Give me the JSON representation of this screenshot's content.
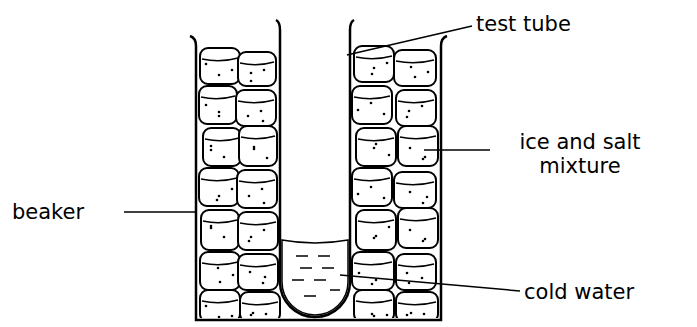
{
  "diagram": {
    "labels": [
      "test tube",
      "ice and salt mixture",
      "beaker",
      "cold water"
    ]
  }
}
